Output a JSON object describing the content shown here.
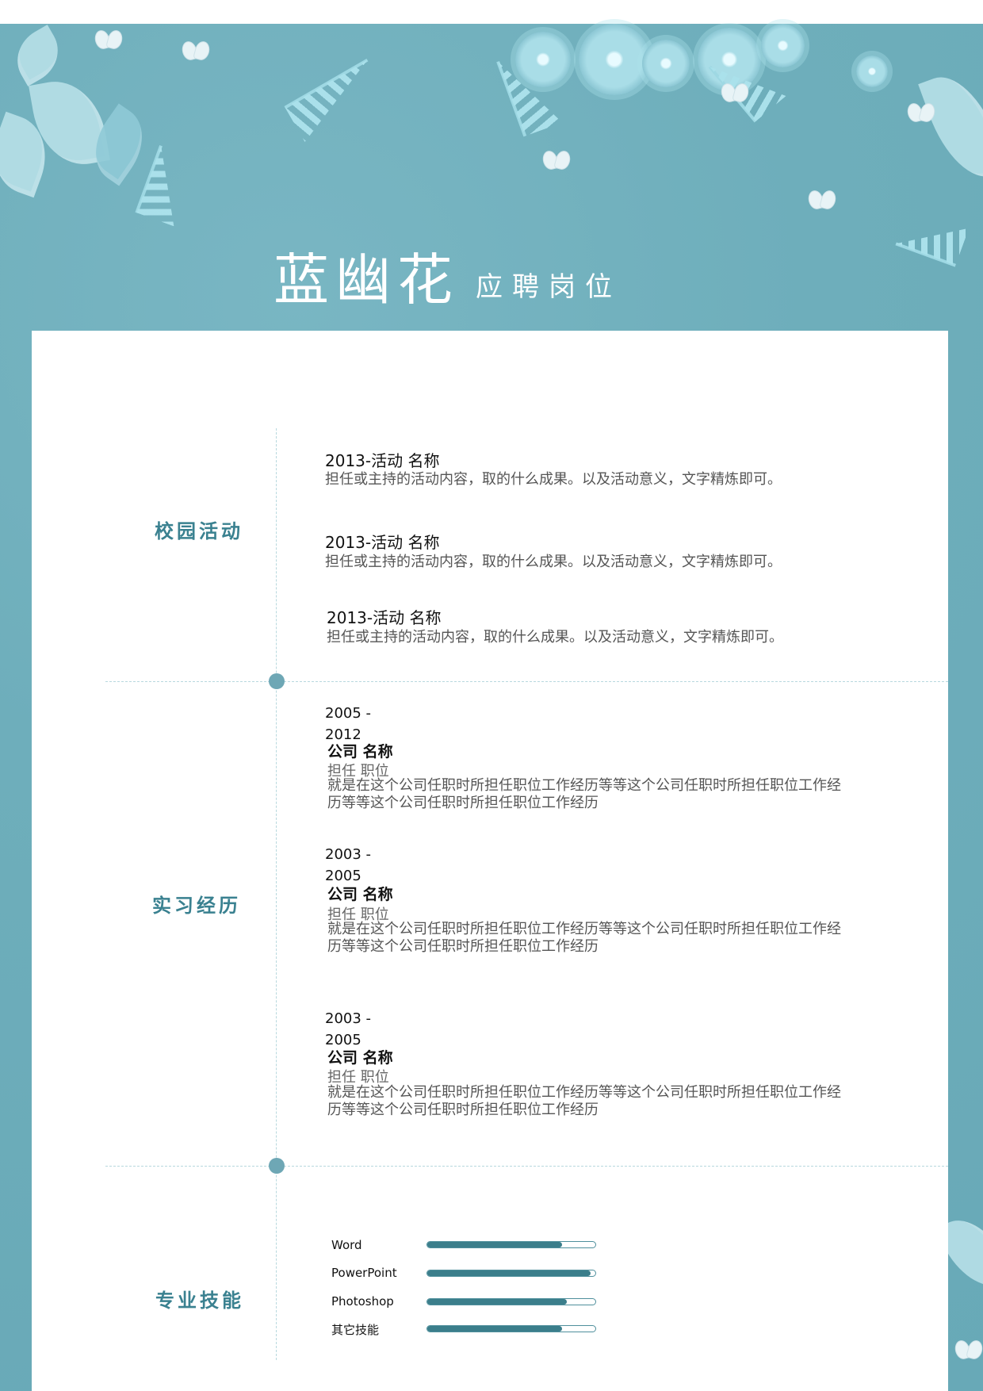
{
  "header": {
    "name": "蓝幽花",
    "position": "应聘岗位"
  },
  "sections": {
    "campus": {
      "title": "校园活动",
      "items": [
        {
          "title": "2013-活动 名称",
          "desc": "担任或主持的活动内容，取的什么成果。以及活动意义，文字精炼即可。"
        },
        {
          "title": "2013-活动 名称",
          "desc": "担任或主持的活动内容，取的什么成果。以及活动意义，文字精炼即可。"
        },
        {
          "title": "2013-活动 名称",
          "desc": "担任或主持的活动内容，取的什么成果。以及活动意义，文字精炼即可。"
        }
      ]
    },
    "internship": {
      "title": "实习经历",
      "items": [
        {
          "date": "2005 - 2012",
          "company": "公司 名称",
          "role": "担任 职位",
          "desc": "就是在这个公司任职时所担任职位工作经历等等这个公司任职时所担任职位工作经历等等这个公司任职时所担任职位工作经历"
        },
        {
          "date": "2003 - 2005",
          "company": "公司 名称",
          "role": "担任 职位",
          "desc": "就是在这个公司任职时所担任职位工作经历等等这个公司任职时所担任职位工作经历等等这个公司任职时所担任职位工作经历"
        },
        {
          "date": "2003 - 2005",
          "company": "公司 名称",
          "role": "担任 职位",
          "desc": "就是在这个公司任职时所担任职位工作经历等等这个公司任职时所担任职位工作经历等等这个公司任职时所担任职位工作经历"
        }
      ]
    },
    "skills": {
      "title": "专业技能",
      "items": [
        {
          "name": "Word",
          "level": 0.8
        },
        {
          "name": "PowerPoint",
          "level": 0.97
        },
        {
          "name": "Photoshop",
          "level": 0.83
        },
        {
          "name": "其它技能",
          "level": 0.8
        }
      ]
    }
  },
  "colors": {
    "background": "#6eaebb",
    "accent": "#3a8190",
    "bar": "#3b7e8b"
  }
}
